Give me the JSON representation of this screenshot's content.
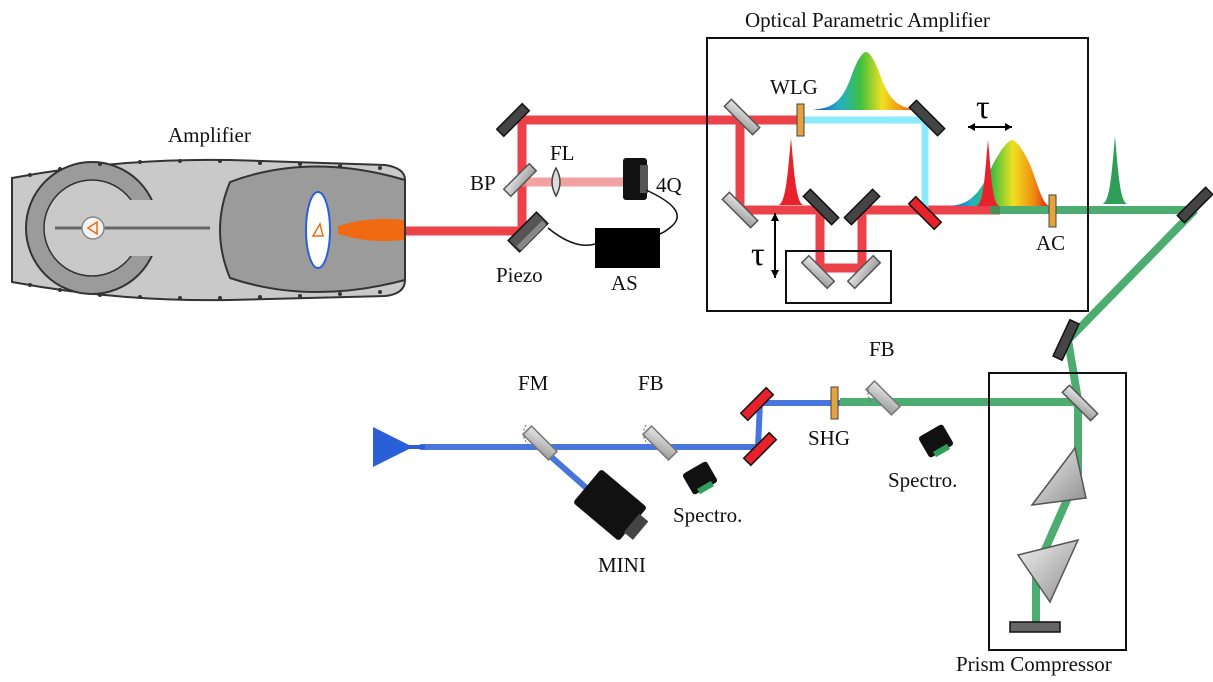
{
  "labels": {
    "amplifier": "Amplifier",
    "opa": "Optical Parametric Amplifier",
    "bp": "BP",
    "fl": "FL",
    "four_q": "4Q",
    "piezo": "Piezo",
    "as": "AS",
    "wlg": "WLG",
    "tau_top": "τ",
    "tau_left": "τ",
    "ac": "AC",
    "fm": "FM",
    "fb_left": "FB",
    "fb_right": "FB",
    "shg": "SHG",
    "spectro_left": "Spectro.",
    "spectro_right": "Spectro.",
    "mini": "MINI",
    "prism_compressor": "Prism Compressor"
  },
  "colors": {
    "beam_red": "#e8222a",
    "beam_red_dim": "#f08c8c",
    "beam_cyan": "#7fe8ff",
    "beam_green": "#2e9e58",
    "beam_blue": "#2a5fd8",
    "amplifier_body": "#bdbdbd",
    "amplifier_dark": "#8a8a8a",
    "amplifier_output": "#f06a12",
    "crystal": "#e6a23c"
  },
  "icons": {
    "mirror": "mirror-icon",
    "flip_mirror": "flip-mirror-icon",
    "camera": "camera-icon",
    "crystal": "crystal-icon",
    "prism": "prism-icon",
    "spectrum": "spectrum-icon",
    "pulse": "pulse-icon",
    "output_arrow": "arrow-icon"
  }
}
